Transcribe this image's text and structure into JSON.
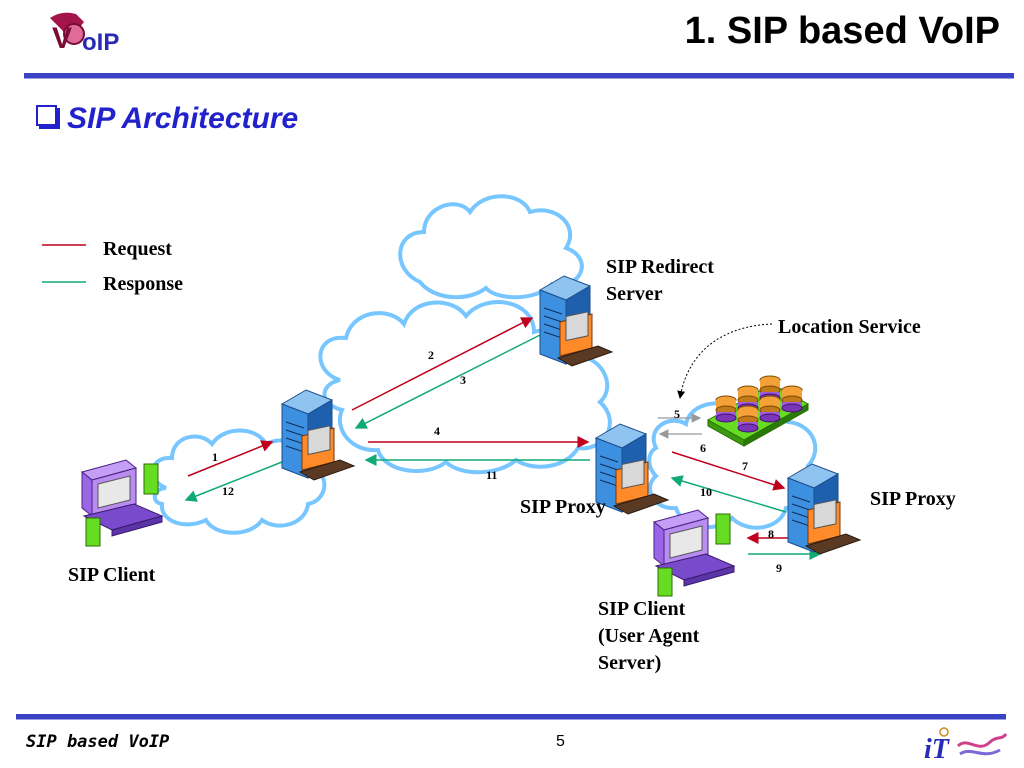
{
  "header": {
    "logo_text": "VoIP",
    "title": "1. SIP based VoIP",
    "subtitle": "SIP Architecture"
  },
  "legend": {
    "request_label": "Request",
    "response_label": "Response",
    "request_color": "#c0001c",
    "response_color": "#11aa77"
  },
  "diagram": {
    "nodes": {
      "redirect_server": "SIP Redirect Server",
      "location_service": "Location Service",
      "proxy_center": "SIP Proxy",
      "proxy_right": "SIP Proxy",
      "client_left": "SIP Client",
      "client_uas_line1": "SIP Client",
      "client_uas_line2": "(User Agent",
      "client_uas_line3": "Server)"
    },
    "steps": [
      "1",
      "2",
      "3",
      "4",
      "5",
      "6",
      "7",
      "8",
      "9",
      "10",
      "11",
      "12"
    ]
  },
  "footer": {
    "left": "SIP based VoIP",
    "page": "5",
    "logo_text": "iT"
  }
}
